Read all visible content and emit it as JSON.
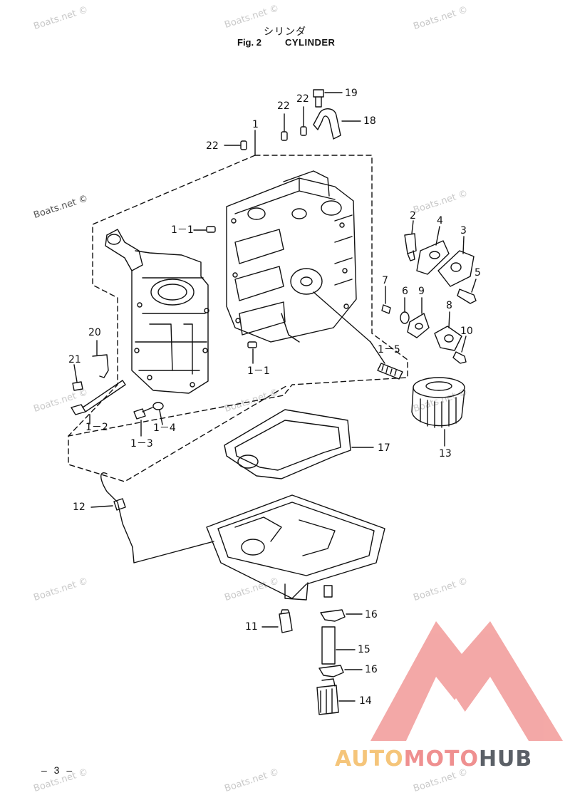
{
  "header": {
    "title_jp": "シリンダ",
    "fig_label": "Fig. 2",
    "fig_name": "CYLINDER"
  },
  "watermark": {
    "text": "Boats.net ©",
    "color": "#c9c9c9"
  },
  "page_number": "– 3 –",
  "logo": {
    "part_a": "AUTO",
    "part_b": "MOTO",
    "part_c": "HUB",
    "colors": {
      "auto": "#f5c57a",
      "moto": "#ef9090",
      "hub": "#5b6067",
      "triangle": "#f29a98"
    }
  },
  "callouts": {
    "c1": "1",
    "c1_1_top": "1－1",
    "c1_1_bottom": "1－1",
    "c1_2": "1－2",
    "c1_3": "1－3",
    "c1_4": "1－4",
    "c1_5": "1－5",
    "c2": "2",
    "c3": "3",
    "c4": "4",
    "c5": "5",
    "c6": "6",
    "c7": "7",
    "c8": "8",
    "c9": "9",
    "c10": "10",
    "c11": "11",
    "c12": "12",
    "c13": "13",
    "c14": "14",
    "c15": "15",
    "c16_top": "16",
    "c16_bottom": "16",
    "c17": "17",
    "c18": "18",
    "c19": "19",
    "c20": "20",
    "c21": "21",
    "c22_left": "22",
    "c22_mid": "22",
    "c22_right": "22"
  }
}
